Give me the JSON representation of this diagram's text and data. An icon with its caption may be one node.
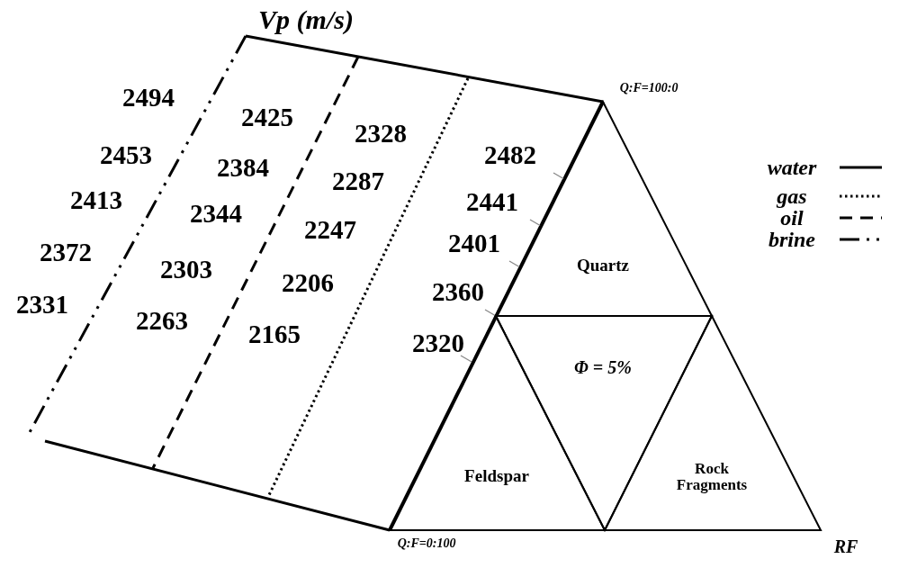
{
  "diagram": {
    "nodes": [
      {
        "text": [
          "Quartz"
        ]
      },
      {
        "text": [
          "Φ = 5%"
        ]
      },
      {
        "text": [
          "Feldspar"
        ]
      },
      {
        "text": [
          "Rock Fragments"
        ]
      }
    ],
    "labels": [
      "Vp (m/s)",
      "2494",
      "2425",
      "2328",
      "Q:F=100:0",
      "2453",
      "2384",
      "2287",
      "2482",
      "2413",
      "2344",
      "2247",
      "2441",
      "2372",
      "2303",
      "2206",
      "2401",
      "2331",
      "2263",
      "2360",
      "2165",
      "2320",
      "Q:F=0:100",
      "RF"
    ],
    "legend": [
      {
        "text": "water"
      },
      {
        "text": "gas"
      },
      {
        "text": "oil"
      },
      {
        "text": "brine"
      }
    ]
  }
}
